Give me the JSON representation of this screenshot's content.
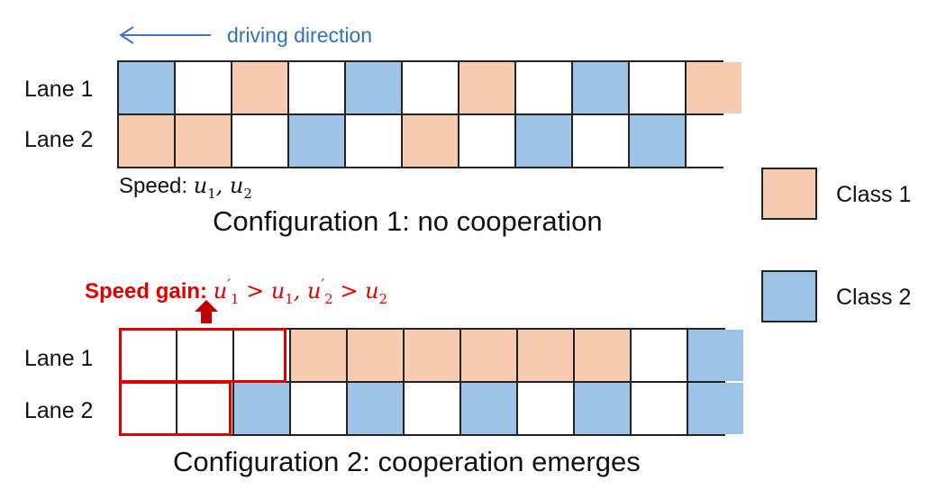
{
  "header": {
    "direction_label": "driving direction",
    "arrow_color": "#4472C4"
  },
  "config1": {
    "lane1_label": "Lane 1",
    "lane2_label": "Lane 2",
    "lane1_cells": [
      2,
      0,
      1,
      0,
      2,
      0,
      1,
      0,
      2,
      0,
      1
    ],
    "lane2_cells": [
      1,
      1,
      0,
      2,
      0,
      1,
      0,
      2,
      0,
      2,
      0
    ],
    "speed_prefix": "Speed: ",
    "caption": "Configuration 1: no cooperation"
  },
  "config2": {
    "speed_gain_label": "Speed gain:",
    "lane1_label": "Lane 1",
    "lane2_label": "Lane 2",
    "lane1_cells": [
      0,
      0,
      0,
      1,
      1,
      1,
      1,
      1,
      1,
      0,
      2
    ],
    "lane2_cells": [
      0,
      0,
      2,
      0,
      2,
      0,
      2,
      0,
      2,
      0,
      2
    ],
    "caption": "Configuration 2: cooperation emerges",
    "highlight_color": "#E00000"
  },
  "legend": {
    "class1_label": "Class 1",
    "class2_label": "Class 2",
    "class1_color": "#F6CBAF",
    "class2_color": "#9DC3E6"
  }
}
